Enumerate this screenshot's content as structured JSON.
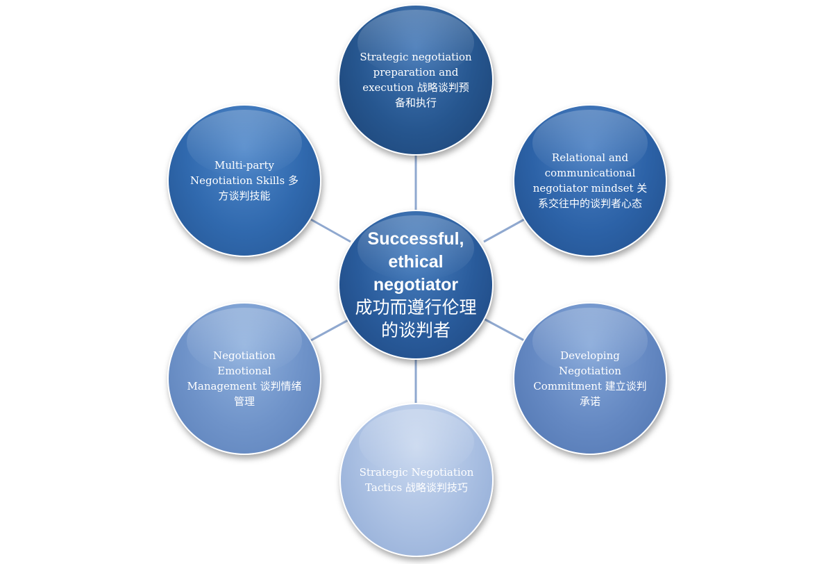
{
  "diagram": {
    "center": {
      "label_en": "Successful, ethical negotiator",
      "label_cn": "成功而遵行伦理的谈判者"
    },
    "nodes": {
      "top": {
        "label": "Strategic negotiation preparation and execution 战略谈判预备和执行"
      },
      "top_right": {
        "label": "Relational and communicational negotiator mindset 关系交往中的谈判者心态"
      },
      "bottom_right": {
        "label": "Developing Negotiation Commitment 建立谈判承诺"
      },
      "bottom": {
        "label": "Strategic Negotiation Tactics 战略谈判技巧"
      },
      "bottom_left": {
        "label": "Negotiation Emotional Management 谈判情绪管理"
      },
      "top_left": {
        "label": "Multi-party Negotiation Skills 多方谈判技能"
      }
    },
    "colors": {
      "connector": "#8fa8cf",
      "center": "#295b9b",
      "top": "#26568f",
      "top_right": "#2c62a7",
      "top_left": "#3069ae",
      "bottom_left": "#6f93c9",
      "bottom_right": "#6488c2",
      "bottom": "#a9bfe2"
    }
  }
}
